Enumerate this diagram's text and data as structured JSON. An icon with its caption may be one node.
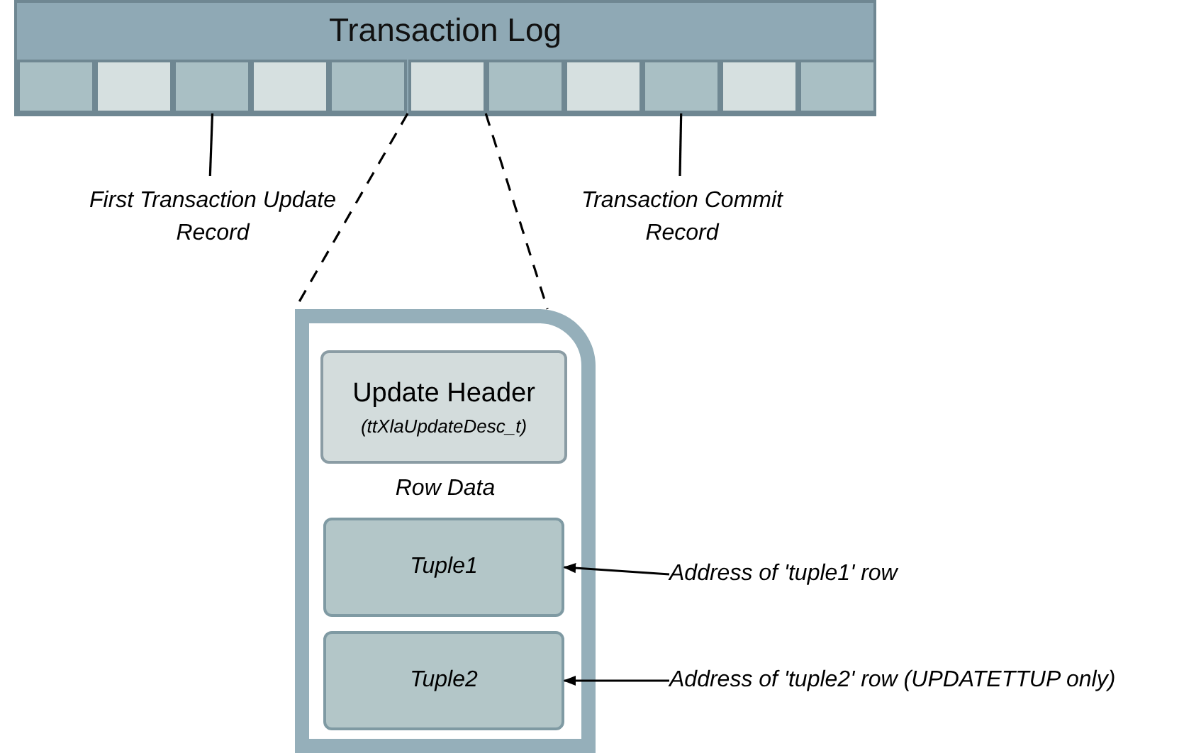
{
  "diagram": {
    "nodes": [
      {
        "text": [
          "Transaction Log"
        ]
      },
      {
        "text": [],
        "shape": "box",
        "in": 0
      },
      {
        "text": [],
        "shape": "box",
        "in": 0
      },
      {
        "text": [],
        "shape": "box",
        "in": 0
      },
      {
        "text": [],
        "shape": "box",
        "in": 0
      },
      {
        "text": [],
        "shape": "box",
        "in": 0
      },
      {
        "text": [],
        "shape": "box",
        "in": 0
      },
      {
        "text": [],
        "shape": "box",
        "in": 0
      },
      {
        "text": [],
        "shape": "box",
        "in": 0
      },
      {
        "text": [],
        "shape": "box",
        "in": 0
      },
      {
        "text": [],
        "shape": "box",
        "in": 0
      },
      {
        "text": [],
        "shape": "box",
        "in": 0
      },
      {
        "text": [
          "First Transaction Update Record"
        ]
      },
      {
        "text": [
          "Transaction Commit Record"
        ]
      },
      {
        "text": [],
        "shape": "box"
      },
      {
        "text": [
          "Update Header",
          "(ttXlaUpdateDesc_t)"
        ],
        "in": 14
      },
      {
        "text": [
          "Tuple1"
        ],
        "in": 14
      },
      {
        "text": [
          "Tuple2"
        ],
        "in": 14
      },
      {
        "text": [
          "Address of 'tuple1' row"
        ]
      },
      {
        "text": [
          "Address of 'tuple2' row (UPDATETTUP only)"
        ]
      }
    ],
    "edges": [
      {
        "from": 12,
        "to": 3,
        "arrow": "none"
      },
      {
        "from": 13,
        "to": 9,
        "arrow": "none"
      },
      {
        "from": 6,
        "to": 14,
        "arrow": "none",
        "style": "dashed"
      },
      {
        "from": 6,
        "to": 14,
        "arrow": "none",
        "style": "dashed"
      },
      {
        "from": 18,
        "to": 16,
        "arrow": "to"
      },
      {
        "from": 19,
        "to": 17,
        "arrow": "to"
      }
    ],
    "labels": [
      "Row Data"
    ]
  }
}
